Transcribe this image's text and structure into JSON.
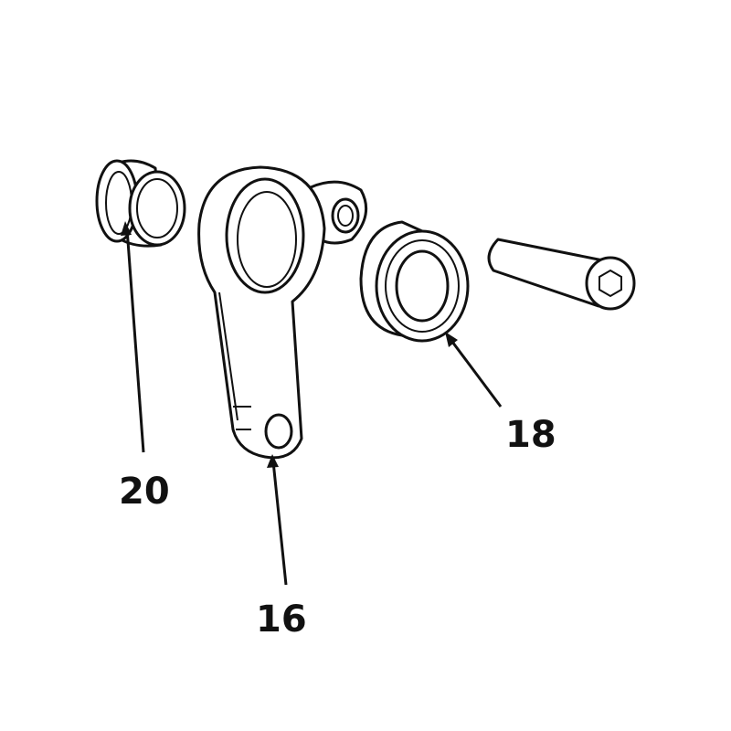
{
  "callouts": {
    "bushing": "20",
    "link_arm": "16",
    "bearing": "18"
  },
  "colors": {
    "line": "#111111",
    "background": "#ffffff"
  }
}
